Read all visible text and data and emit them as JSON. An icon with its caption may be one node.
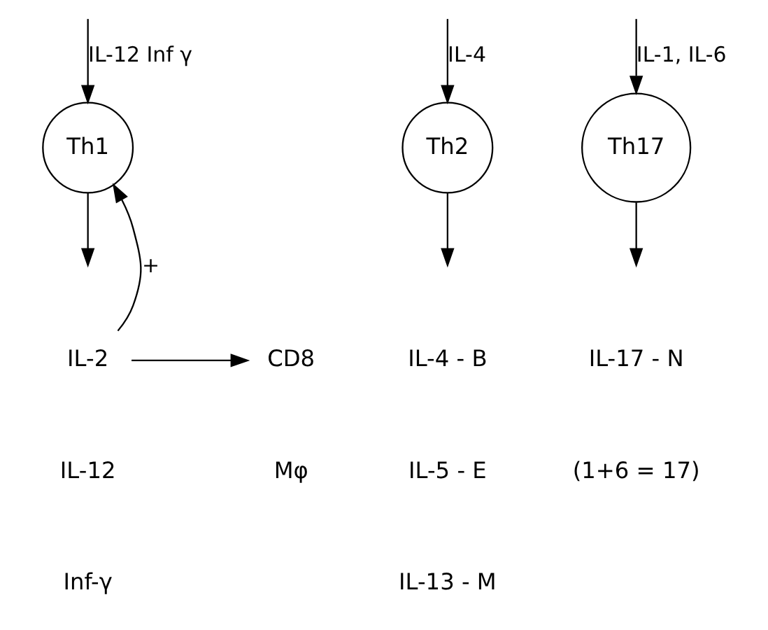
{
  "diagram": {
    "nodes": [
      {
        "text": [
          "Th1"
        ]
      },
      {
        "text": [
          "Th2"
        ]
      },
      {
        "text": [
          "Th17"
        ]
      },
      {
        "text": [
          "IL-2"
        ]
      },
      {
        "text": [
          "CD8"
        ]
      }
    ],
    "edges": [
      {
        "from": null,
        "to": 0,
        "arrow": "to",
        "label": "IL-12 Inf γ"
      },
      {
        "from": null,
        "to": 1,
        "arrow": "to",
        "label": "IL-4"
      },
      {
        "from": null,
        "to": 2,
        "arrow": "to",
        "label": "IL-1, IL-6"
      },
      {
        "from": 0,
        "to": null,
        "arrow": "to"
      },
      {
        "from": 1,
        "to": null,
        "arrow": "to"
      },
      {
        "from": 2,
        "to": null,
        "arrow": "to"
      },
      {
        "from": 3,
        "to": 4,
        "arrow": "to"
      },
      {
        "from": 3,
        "to": 0,
        "arrow": "to",
        "label": "+"
      }
    ],
    "labels": [
      "IL-12",
      "Mφ",
      "Inf-γ",
      "IL-4 - B",
      "IL-5 - E",
      "IL-13 - M",
      "IL-17 - N",
      "(1+6 = 17)"
    ]
  }
}
